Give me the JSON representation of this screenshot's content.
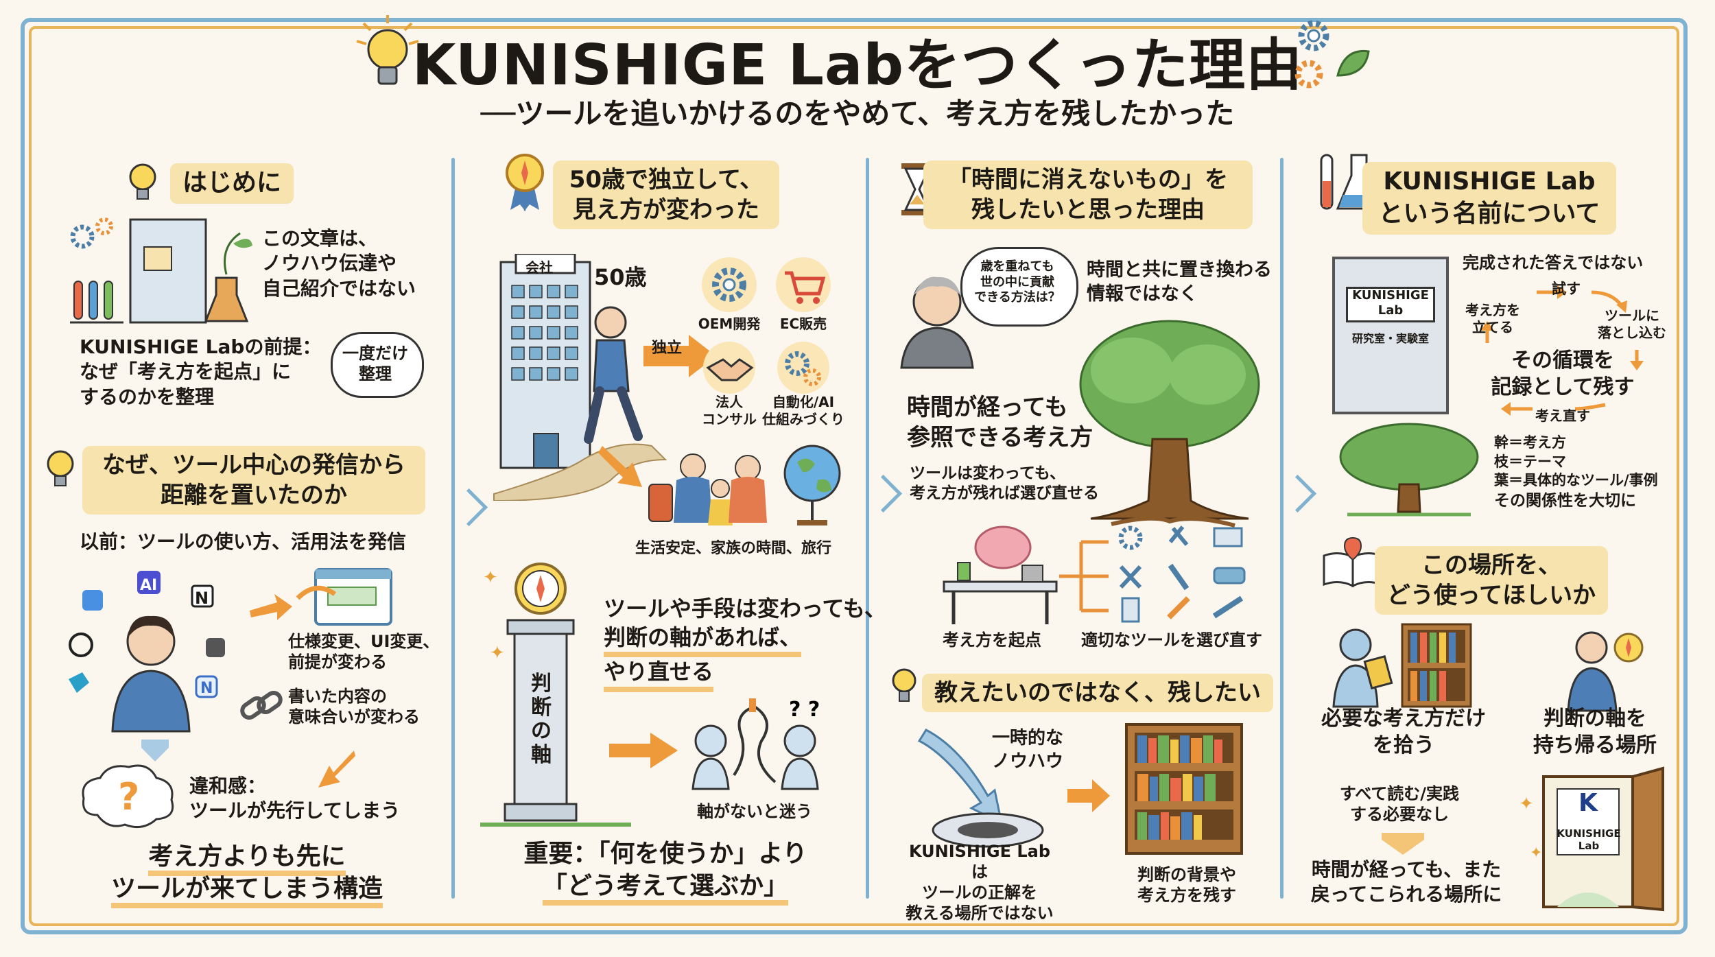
{
  "header": {
    "title": "KUNISHIGE Labをつくった理由",
    "subtitle": "──ツールを追いかけるのをやめて、考え方を残したかった"
  },
  "col1": {
    "h1": "はじめに",
    "intro": [
      "この文章は、",
      "ノウハウ伝達や",
      "自己紹介ではない"
    ],
    "premise": [
      "KUNISHIGE Labの前提：",
      "なぜ「考え方を起点」に",
      "するのかを整理"
    ],
    "bubble": [
      "一度だけ",
      "整理"
    ],
    "h2": [
      "なぜ、ツール中心の発信から",
      "距離を置いたのか"
    ],
    "before": "以前：ツールの使い方、活用法を発信",
    "change1": [
      "仕様変更、UI変更、",
      "前提が変わる"
    ],
    "change2": [
      "書いた内容の",
      "意味合いが変わる"
    ],
    "discomfort": [
      "違和感：",
      "ツールが先行してしまう"
    ],
    "conclusion": [
      "考え方よりも先に",
      "ツールが来てしまう構造"
    ],
    "icons": {
      "ai": "AI",
      "notion": "N",
      "n2": "N"
    }
  },
  "col2": {
    "h": [
      "50歳で独立して、",
      "見え方が変わった"
    ],
    "company": "会社",
    "age": "50歳",
    "independent": "独立",
    "services": [
      "OEM開発",
      "EC販売",
      "法人\nコンサル",
      "自動化/AI\n仕組みづくり"
    ],
    "life": "生活安定、家族の時間、旅行",
    "axis_text": [
      "ツールや手段は変わっても、",
      "判断の軸があれば、",
      "やり直せる"
    ],
    "pillar": "判断の軸",
    "lost": "軸がないと迷う",
    "important": [
      "重要：「何を使うか」より",
      "「どう考えて選ぶか」"
    ]
  },
  "col3": {
    "h": [
      "「時間に消えないもの」を",
      "残したいと思った理由"
    ],
    "thought": [
      "歳を重ねても",
      "世の中に貢献",
      "できる方法は？"
    ],
    "replace": [
      "時間と共に置き換わる",
      "情報ではなく"
    ],
    "ref": [
      "時間が経っても",
      "参照できる考え方"
    ],
    "reselect": [
      "ツールは変わっても、",
      "考え方が残れば選び直せる"
    ],
    "origin": "考え方を起点",
    "choose": "適切なツールを選び直す",
    "h2": "教えたいのではなく、残したい",
    "temp": [
      "一時的な",
      "ノウハウ"
    ],
    "notplace": [
      "KUNISHIGE Labは",
      "ツールの正解を",
      "教える場所ではない"
    ],
    "leave": [
      "判断の背景や",
      "考え方を残す"
    ]
  },
  "col4": {
    "h": [
      "KUNISHIGE Lab",
      "という名前について"
    ],
    "door": [
      "KUNISHIGE",
      "Lab"
    ],
    "door_sub": "研究室・実験室",
    "notfinal": "完成された答えではない",
    "cycle": {
      "try": "試す",
      "drop": "ツールに\n落とし込む",
      "think": "考え方を\n立てる",
      "rethink": "考え直す",
      "center": [
        "その循環を",
        "記録として残す"
      ]
    },
    "tree": [
      "幹＝考え方",
      "枝＝テーマ",
      "葉＝具体的なツール/事例",
      "その関係性を大切に"
    ],
    "h2": [
      "この場所を、",
      "どう使ってほしいか"
    ],
    "pick": [
      "必要な考え方だけ",
      "を拾う"
    ],
    "carry": [
      "判断の軸を",
      "持ち帰る場所"
    ],
    "noneed": [
      "すべて読む/実践",
      "する必要なし"
    ],
    "return": [
      "時間が経っても、また",
      "戻ってこられる場所に"
    ],
    "door2": [
      "KUNISHIGE",
      "Lab"
    ],
    "logo": "K"
  },
  "colors": {
    "blue": "#7fb2d0",
    "orange": "#e8b45a",
    "highlight": "#f6e3ad",
    "arrow": "#ee9a3a"
  }
}
